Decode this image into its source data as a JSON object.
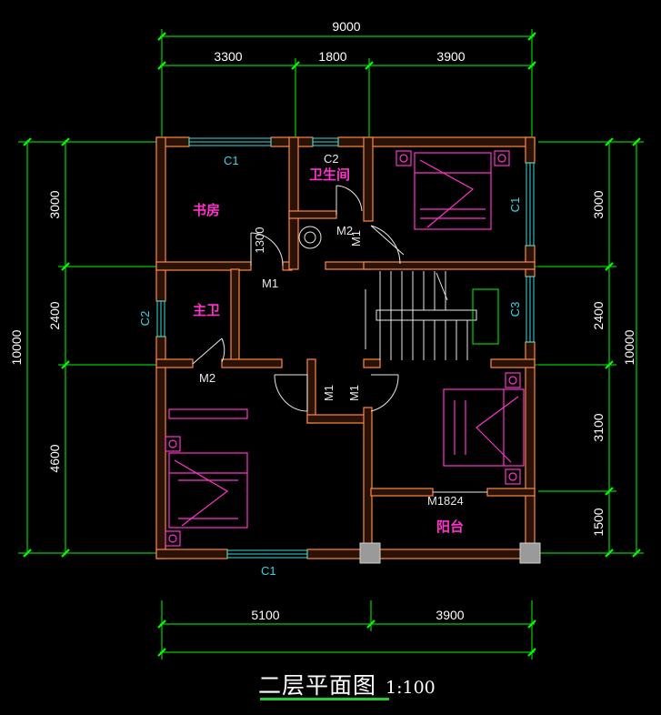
{
  "title": {
    "main": "二层平面图",
    "scale": "1:100"
  },
  "dimensions": {
    "top_total": "9000",
    "top_parts": [
      "3300",
      "1800",
      "3900"
    ],
    "bottom_parts": [
      "5100",
      "3900"
    ],
    "left_total": "10000",
    "left_parts": [
      "3000",
      "2400",
      "4600"
    ],
    "right_total": "10000",
    "right_parts": [
      "3000",
      "2400",
      "3100",
      "1500"
    ]
  },
  "rooms": {
    "study": "书房",
    "toilet_upper": "卫生间",
    "master_bath": "主卫",
    "balcony": "阳台"
  },
  "tags": {
    "c1_study": "C1",
    "c2_toilet": "C2",
    "c1_bed_ne": "C1",
    "c2_bath": "C2",
    "c3_stair": "C3",
    "c1_bottom": "C1",
    "m1_study": "M1",
    "m1_study_dim": "1300",
    "m2_toilet": "M2",
    "m1_ne": "M1",
    "m2_bath": "M2",
    "m1_corr_a": "M1",
    "m1_corr_b": "M1",
    "m1824": "M1824"
  },
  "colors": {
    "dim_line": "#00ff00",
    "wall": "#ff8844",
    "furniture": "#ff33cc",
    "window": "#33dddd",
    "text": "#ffffff",
    "column": "#9a9a9a"
  }
}
